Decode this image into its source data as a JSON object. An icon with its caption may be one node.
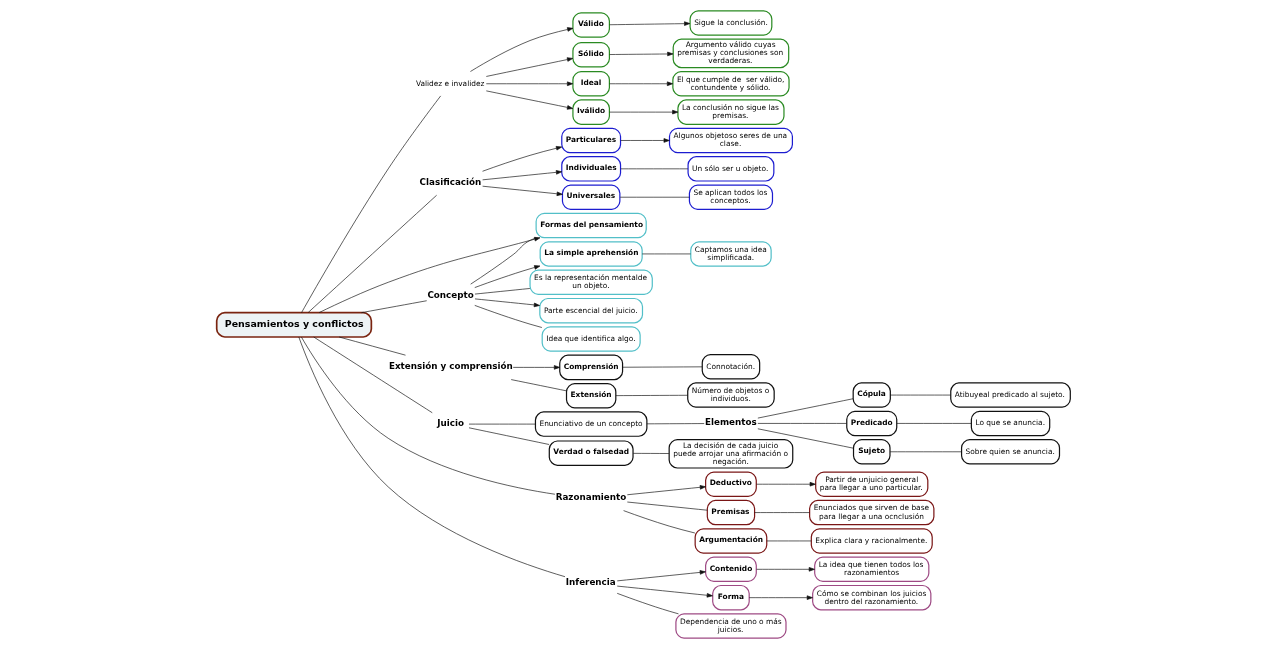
{
  "diagram": {
    "nodes": [
      {
        "text": [
          "La conclusión no sigue las premisas."
        ]
      },
      {
        "text": [
          "Sigue la conclusión."
        ]
      },
      {
        "text": [
          "Argumento válido cuyas premisas y conclusiones son verdaderas."
        ]
      },
      {
        "text": [
          "El que cumple de  ser válido, contundente y sólido."
        ]
      },
      {
        "text": [
          "Ideal"
        ]
      },
      {
        "text": [
          "Iválido"
        ]
      },
      {
        "text": [
          "Válido"
        ]
      },
      {
        "text": [
          "Sólido"
        ]
      },
      {
        "text": [
          "Algunos objetoso seres de una clase."
        ]
      },
      {
        "text": [
          "Validez e invalidez"
        ]
      },
      {
        "text": [
          "Formas del pensamiento"
        ]
      },
      {
        "text": [
          "Se aplican todos los conceptos."
        ]
      },
      {
        "text": [
          "Universales"
        ]
      },
      {
        "text": [
          "Particulares"
        ]
      },
      {
        "text": [
          "Un sólo ser u objeto."
        ]
      },
      {
        "text": [
          "Individuales"
        ]
      },
      {
        "text": [
          "Clasificación"
        ]
      },
      {
        "text": [
          "Pensamientos y conflictos"
        ]
      },
      {
        "text": [
          "Concepto"
        ]
      },
      {
        "text": [
          "Parte escencial del juicio."
        ]
      },
      {
        "text": [
          "Idea que identifica algo."
        ]
      },
      {
        "text": [
          "La simple aprehensión"
        ]
      },
      {
        "text": [
          "Comprensión"
        ]
      },
      {
        "text": [
          "Extensión y comprensión"
        ]
      },
      {
        "text": [
          "Juicio"
        ]
      },
      {
        "text": [
          "Es la representación mentalde un objeto."
        ]
      },
      {
        "text": [
          "Connotación."
        ]
      },
      {
        "text": [
          "Extensión"
        ]
      },
      {
        "text": [
          "Captamos una idea simplificada."
        ]
      },
      {
        "text": [
          "Enunciativo de un concepto"
        ]
      },
      {
        "text": [
          "Razonamiento"
        ]
      },
      {
        "text": [
          "Deductivo"
        ]
      },
      {
        "text": [
          "Partir de unjuicio general para llegar a uno particular."
        ]
      },
      {
        "text": [
          "Número de objetos o individuos."
        ]
      },
      {
        "text": [
          "Premisas"
        ]
      },
      {
        "text": [
          "Elementos"
        ]
      },
      {
        "text": [
          "Enunciados que sirven de base para llegar a una ocnclusión"
        ]
      },
      {
        "text": [
          "Argumentación"
        ]
      },
      {
        "text": [
          "Sujeto"
        ]
      },
      {
        "text": [
          "Cópula"
        ]
      },
      {
        "text": [
          "Predicado"
        ]
      },
      {
        "text": [
          "Verdad o falsedad"
        ]
      },
      {
        "text": [
          "Sobre quien se anuncia."
        ]
      },
      {
        "text": [
          "Atibuyeal predicado al sujeto."
        ]
      },
      {
        "text": [
          "Explica clara y racionalmente."
        ]
      },
      {
        "text": [
          "La decisión de cada juicio puede arrojar una afirmación o negación."
        ]
      },
      {
        "text": [
          "Contenido"
        ]
      },
      {
        "text": [
          "La idea que tienen todos los razonamientos"
        ]
      },
      {
        "text": [
          "Lo que se anuncia."
        ]
      },
      {
        "text": [
          "Inferencia"
        ]
      },
      {
        "text": [
          "Forma"
        ]
      },
      {
        "text": [
          "Dependencia de uno o más juicios."
        ]
      },
      {
        "text": [
          "Cómo se combinan los juicios dentro del razonamiento."
        ]
      }
    ],
    "edges": [
      {
        "from": 17,
        "to": 9,
        "arrow": "none"
      },
      {
        "from": 9,
        "to": 5,
        "arrow": "to"
      },
      {
        "from": 9,
        "to": 6,
        "arrow": "to"
      },
      {
        "from": 9,
        "to": 7,
        "arrow": "to"
      },
      {
        "from": 9,
        "to": 4,
        "arrow": "to"
      },
      {
        "from": 4,
        "to": 3,
        "arrow": "to"
      },
      {
        "from": 5,
        "to": 0,
        "arrow": "to"
      },
      {
        "from": 6,
        "to": 1,
        "arrow": "to"
      },
      {
        "from": 7,
        "to": 2,
        "arrow": "to"
      },
      {
        "from": 17,
        "to": 16,
        "arrow": "none"
      },
      {
        "from": 16,
        "to": 12,
        "arrow": "to"
      },
      {
        "from": 16,
        "to": 13,
        "arrow": "to"
      },
      {
        "from": 16,
        "to": 15,
        "arrow": "to"
      },
      {
        "from": 13,
        "to": 8,
        "arrow": "to"
      },
      {
        "from": 12,
        "to": 11,
        "arrow": "none"
      },
      {
        "from": 15,
        "to": 14,
        "arrow": "none"
      },
      {
        "from": 17,
        "to": 18,
        "arrow": "none"
      },
      {
        "from": 17,
        "to": 10,
        "arrow": "to"
      },
      {
        "from": 18,
        "to": 10,
        "arrow": "none"
      },
      {
        "from": 18,
        "to": 19,
        "arrow": "to"
      },
      {
        "from": 18,
        "to": 20,
        "arrow": "none"
      },
      {
        "from": 18,
        "to": 21,
        "arrow": "to"
      },
      {
        "from": 18,
        "to": 25,
        "arrow": "none"
      },
      {
        "from": 21,
        "to": 28,
        "arrow": "none"
      },
      {
        "from": 17,
        "to": 23,
        "arrow": "none"
      },
      {
        "from": 23,
        "to": 22,
        "arrow": "to"
      },
      {
        "from": 23,
        "to": 27,
        "arrow": "none"
      },
      {
        "from": 22,
        "to": 26,
        "arrow": "none"
      },
      {
        "from": 27,
        "to": 33,
        "arrow": "none"
      },
      {
        "from": 17,
        "to": 24,
        "arrow": "none"
      },
      {
        "from": 24,
        "to": 29,
        "arrow": "none"
      },
      {
        "from": 24,
        "to": 41,
        "arrow": "none"
      },
      {
        "from": 29,
        "to": 35,
        "arrow": "none"
      },
      {
        "from": 35,
        "to": 38,
        "arrow": "none"
      },
      {
        "from": 35,
        "to": 40,
        "arrow": "none"
      },
      {
        "from": 35,
        "to": 39,
        "arrow": "none"
      },
      {
        "from": 38,
        "to": 42,
        "arrow": "none"
      },
      {
        "from": 40,
        "to": 48,
        "arrow": "none"
      },
      {
        "from": 39,
        "to": 43,
        "arrow": "none"
      },
      {
        "from": 41,
        "to": 45,
        "arrow": "none"
      },
      {
        "from": 17,
        "to": 30,
        "arrow": "none"
      },
      {
        "from": 30,
        "to": 31,
        "arrow": "to"
      },
      {
        "from": 31,
        "to": 32,
        "arrow": "to"
      },
      {
        "from": 30,
        "to": 34,
        "arrow": "none"
      },
      {
        "from": 34,
        "to": 36,
        "arrow": "none"
      },
      {
        "from": 30,
        "to": 37,
        "arrow": "none"
      },
      {
        "from": 37,
        "to": 44,
        "arrow": "none"
      },
      {
        "from": 17,
        "to": 49,
        "arrow": "none"
      },
      {
        "from": 49,
        "to": 46,
        "arrow": "to"
      },
      {
        "from": 46,
        "to": 47,
        "arrow": "to"
      },
      {
        "from": 49,
        "to": 50,
        "arrow": "to"
      },
      {
        "from": 50,
        "to": 52,
        "arrow": "to"
      },
      {
        "from": 49,
        "to": 51,
        "arrow": "none"
      }
    ]
  }
}
